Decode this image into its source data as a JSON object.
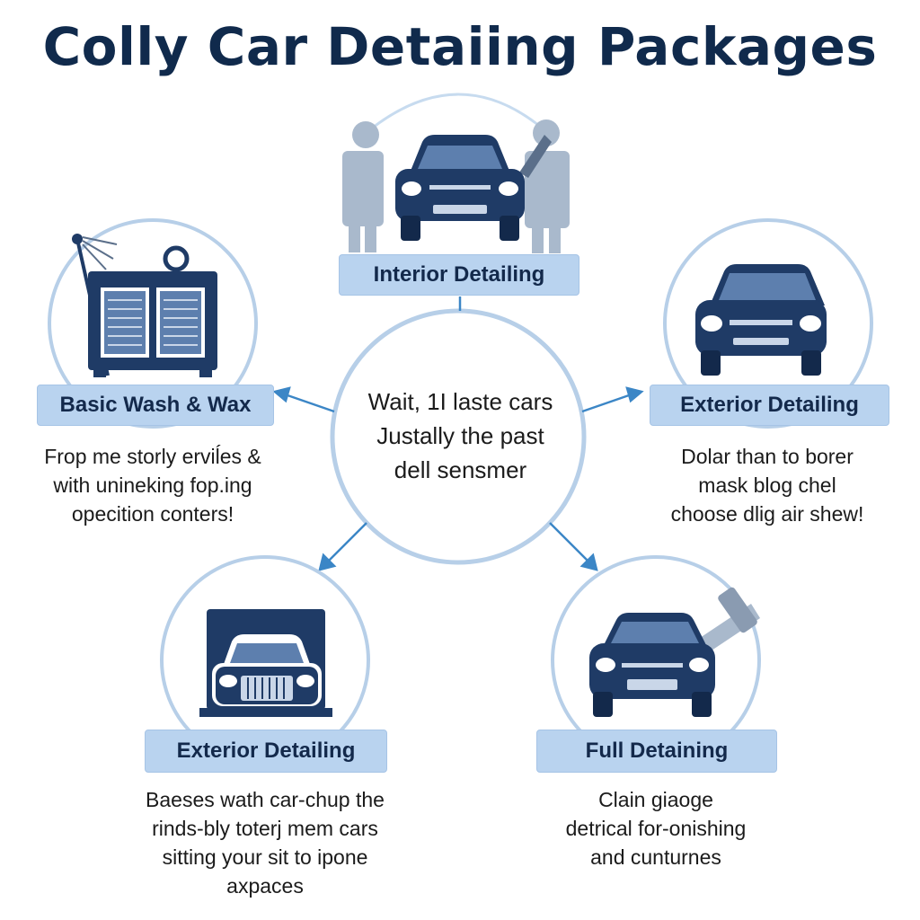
{
  "title": "Colly Car Detaiing Packages",
  "center": {
    "lines": [
      "Wait, 1I laste cars",
      "Justally the past",
      "dell sensmer"
    ]
  },
  "packages": [
    {
      "label": "Interior Detailing",
      "icon": "two-people-with-car-icon",
      "lines": []
    },
    {
      "label": "Basic Wash & Wax",
      "icon": "washing-machine-icon",
      "lines": [
        "Frop me storly erviĺes &",
        "with unineking fop.ing",
        "opecition conters!"
      ]
    },
    {
      "label": "Exterior Detailing",
      "icon": "car-front-icon",
      "lines": [
        "Dolar than to borer",
        "mask blog chel",
        "choose dlig air shew!"
      ]
    },
    {
      "label": "Exterior Detailing",
      "icon": "car-in-garage-icon",
      "lines": [
        "Baeses wath car-chup the",
        "rinds-bly toterj mem cars",
        "sitting your sit to ipone",
        "axpaces"
      ]
    },
    {
      "label": "Full Detaining",
      "icon": "car-with-polisher-icon",
      "lines": [
        "Clain giaoge",
        "detrical for-onishing",
        "and cunturnes"
      ]
    }
  ],
  "colors": {
    "navy": "#1f3b66",
    "navy_dark": "#13294b",
    "ring": "#b7cfe8",
    "label_bg": "#b9d3ef",
    "arrow": "#3b86c6",
    "person": "#a9b9cc"
  }
}
